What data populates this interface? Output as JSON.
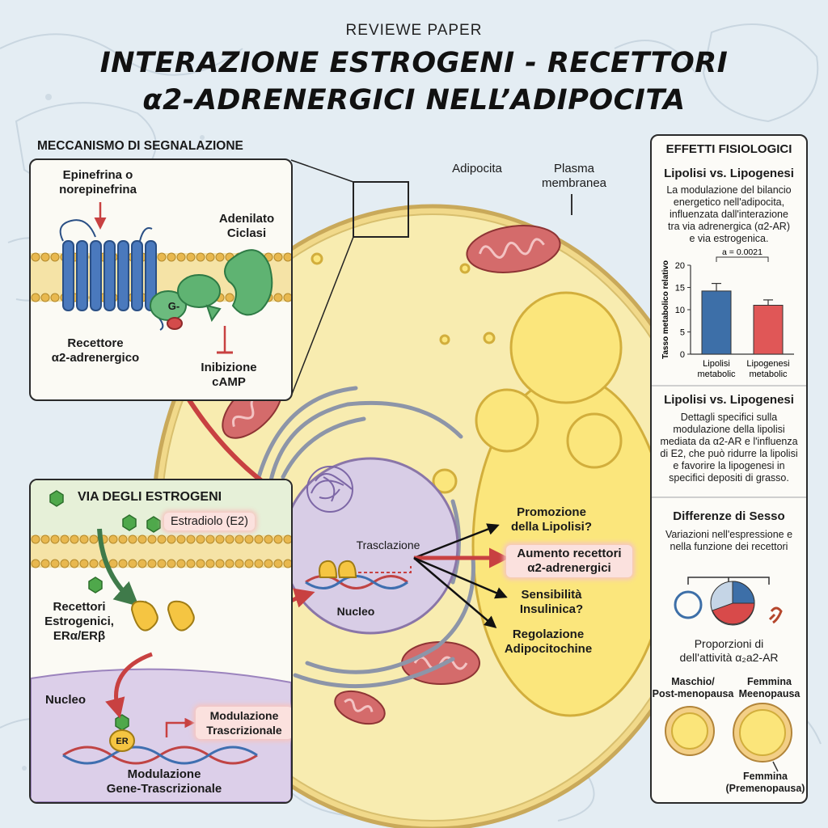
{
  "header": {
    "supertitle": "REVIEWE PAPER",
    "title_line1": "INTERAZIONE ESTROGENI - RECETTORI",
    "title_line2": "α2-ADRENERGICI NELL’ADIPOCITA"
  },
  "mechanism": {
    "heading": "MECCANISMO DI SEGNALAZIONE",
    "ligand_line1": "Epinefrina o",
    "ligand_line2": "norepinefrina",
    "enzyme_line1": "Adenilato",
    "enzyme_line2": "Ciclasi",
    "gprotein": "G-",
    "receptor_line1": "Recettore",
    "receptor_line2": "α2-adrenergico",
    "inhibition_line1": "Inibizione",
    "inhibition_line2": "cAMP"
  },
  "cell": {
    "adipocyte_label": "Adipocita",
    "membrane_line1": "Plasma",
    "membrane_line2": "membranea",
    "translocation": "Trasclazione",
    "nucleus": "Nucleo",
    "outcomes": {
      "o1_line1": "Promozione",
      "o1_line2": "della Lipolisi?",
      "o2_line1": "Aumento recettori",
      "o2_line2": "α2-adrenergici",
      "o3_line1": "Sensibilità",
      "o3_line2": "Insulinica?",
      "o4_line1": "Regolazione",
      "o4_line2": "Adipocitochine"
    }
  },
  "estrogen": {
    "heading": "VIA DEGLI ESTROGENI",
    "estradiol": "Estradiolo (E2)",
    "receptors_line1": "Recettori",
    "receptors_line2": "Estrogenici,",
    "receptors_line3": "ERα/ERβ",
    "nucleus": "Nucleo",
    "er": "ER",
    "modulation_line1": "Modulazione",
    "modulation_line2": "Trascrizionale",
    "gene_line1": "Modulazione",
    "gene_line2": "Gene-Trascrizionale"
  },
  "effects": {
    "heading": "EFFETTI FISIOLOGICI",
    "s1_title": "Lipolisi vs. Lipogenesi",
    "s1_text": [
      "La modulazione del bilancio",
      "energetico nell'adipocita,",
      "influenzata dall'interazione",
      "tra via adrenergica (α2-AR)",
      "e via estrogenica."
    ],
    "s2_title": "Lipolisi vs. Lipogenesi",
    "s2_text": [
      "Dettagli specifici sulla",
      "modulazione della lipolisi",
      "mediata da α2-AR e l'influenza",
      "di E2, che può ridurre la lipolisi",
      "e favorire la lipogenesi in",
      "specifici depositi di grasso."
    ],
    "s3_title": "Differenze di Sesso",
    "s3_text": [
      "Variazioni nell'espressione e",
      "nella funzione dei recettori"
    ],
    "pie_caption_line1": "Proporzioni di",
    "pie_caption_line2": "dell'attività α₂a2-AR",
    "male_line1": "Maschio/",
    "male_line2": "Post-menopausa",
    "female_line1": "Femmina",
    "female_line2": "Meenopausa",
    "female2_line1": "Femmina",
    "female2_line2": "(Premenopausa)"
  },
  "chart_data": {
    "type": "bar",
    "categories": [
      "Lipolisi metabolic",
      "Lipogenesi metabolic"
    ],
    "category_lines": [
      [
        "Lipolisi",
        "metabolic"
      ],
      [
        "Lipogenesi",
        "metabolic"
      ]
    ],
    "values": [
      14.2,
      11.0
    ],
    "errors": [
      1.7,
      1.2
    ],
    "colors": [
      "#3d6fa8",
      "#e05757"
    ],
    "ylabel": "Tasso metabolico relativo",
    "ylim": [
      0,
      20
    ],
    "yticks": [
      "0",
      "5",
      "10",
      "15",
      "20"
    ],
    "annotation": "a = 0.0021"
  },
  "colors": {
    "cell_fill": "#f7eba8",
    "nucleus_fill": "#d8cde6",
    "receptor_blue": "#4a79bd",
    "protein_green": "#5fb372",
    "estrogen_green": "#4fa84b",
    "arrow_red": "#c84141",
    "lipid_yellow": "#fbe57a"
  }
}
